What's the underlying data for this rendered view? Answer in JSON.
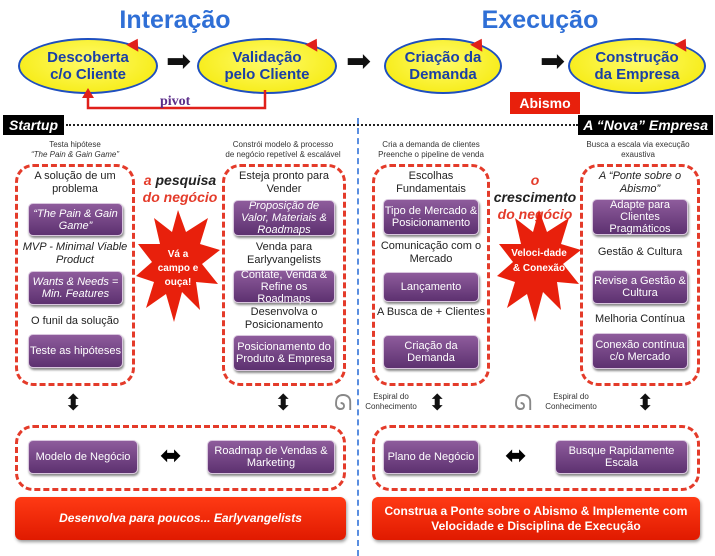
{
  "headings": {
    "left": "Interação",
    "right": "Execução"
  },
  "stages": [
    "Descoberta c/o Cliente",
    "Validação pelo Cliente",
    "Criação da Demanda",
    "Construção da Empresa"
  ],
  "pivot": "pivot",
  "abismo": "Abismo",
  "timeline": {
    "start": "Startup",
    "end": "A “Nova” Empresa"
  },
  "captions": [
    "Testa hipótese",
    "“The Pain & Gain Game”",
    "Constrói modelo & processo",
    "de negócio repetível & escalável",
    "Cria a demanda de clientes",
    "Preenche o pipeline de venda",
    "Busca a escala via execução",
    "exaustiva"
  ],
  "box1": {
    "t1": "A solução de um problema",
    "b1": "“The Pain & Gain Game”",
    "t2": "MVP - Minimal Viable Product",
    "b2": "Wants & Needs = Min. Features",
    "t3": "O funil da solução",
    "b3": "Teste as hipóteses"
  },
  "box2": {
    "t1": "Esteja pronto para Vender",
    "b1": "Proposição de Valor, Materiais & Roadmaps",
    "t2": "Venda para Earlyvangelists",
    "b2": "Contate, Venda & Refine os Roadmaps",
    "t3": "Desenvolva o Posicionamento",
    "b3": "Posicionamento do Produto & Empresa"
  },
  "box3": {
    "t1": "Escolhas Fundamentais",
    "b1": "Tipo de Mercado & Posicionamento",
    "t2": "Comunicação com o Mercado",
    "b2": "Lançamento",
    "t3": "A Busca de + Clientes",
    "b3": "Criação da Demanda"
  },
  "box4": {
    "t1": "A “Ponte sobre o Abismo”",
    "b1": "Adapte para Clientes Pragmáticos",
    "t2": "Gestão & Cultura",
    "b2": "Revise a Gestão & Cultura",
    "t3": "Melhoria Contínua",
    "b3": "Conexão contínua c/o Mercado"
  },
  "mid1": {
    "a": "a",
    "b": "pesquisa",
    "c": "do negócio",
    "burst": "Vá a campo e ouça!"
  },
  "mid2": {
    "a": "o",
    "b": "crescimento",
    "c": "do negócio",
    "burst": "Veloci-dade & Conexão"
  },
  "spiral": "Espiral do Conhecimento",
  "bottom": {
    "l1": "Modelo de Negócio",
    "l2": "Roadmap de Vendas & Marketing",
    "r1": "Plano de Negócio",
    "r2": "Busque Rapidamente Escala"
  },
  "footer": {
    "left": "Desenvolva para poucos... Earlyvangelists",
    "right": "Construa a Ponte sobre o Abismo & Implemente com Velocidade e Disciplina de Execução"
  }
}
